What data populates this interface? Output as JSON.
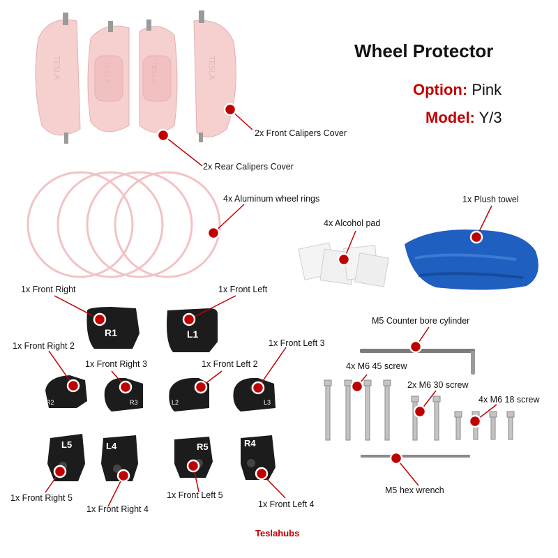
{
  "header": {
    "title": "Wheel Protector",
    "option_key": "Option:",
    "option_value": "Pink",
    "model_key": "Model:",
    "model_value": "Y/3"
  },
  "calipers": {
    "logo_text": "TESLA"
  },
  "labels": {
    "front_calipers": "2x Front Calipers Cover",
    "rear_calipers": "2x Rear Calipers Cover",
    "wheel_rings": "4x Aluminum wheel rings",
    "alcohol_pad": "4x Alcohol pad",
    "plush_towel": "1x Plush towel",
    "front_right": "1x Front Right",
    "front_left": "1x Front Left",
    "front_right_2": "1x Front Right 2",
    "front_right_3": "1x Front Right 3",
    "front_left_2": "1x Front Left 2",
    "front_left_3": "1x Front Left 3",
    "front_right_5": "1x Front Right 5",
    "front_right_4": "1x Front Right 4",
    "front_left_5": "1x Front Left 5",
    "front_left_4": "1x Front Left 4",
    "counter_bore": "M5 Counter bore cylinder",
    "m6_45": "4x M6 45 screw",
    "m6_30": "2x M6 30 screw",
    "m6_18": "4x M6 18 screw",
    "hex_wrench": "M5 hex wrench"
  },
  "blocks": {
    "r1": "R1",
    "l1": "L1",
    "r2": "R2",
    "r3": "R3",
    "l2": "L2",
    "l3": "L3",
    "l5": "L5",
    "l4": "L4",
    "r5": "R5",
    "r4": "R4"
  },
  "footer": {
    "brand": "Teslahubs"
  },
  "colors": {
    "accent": "#c00000",
    "caliper_pink": "#f6cfcf",
    "ring_pink": "#f3c2c4",
    "towel_blue": "#1f5fc0",
    "block_black": "#1c1c1c"
  }
}
